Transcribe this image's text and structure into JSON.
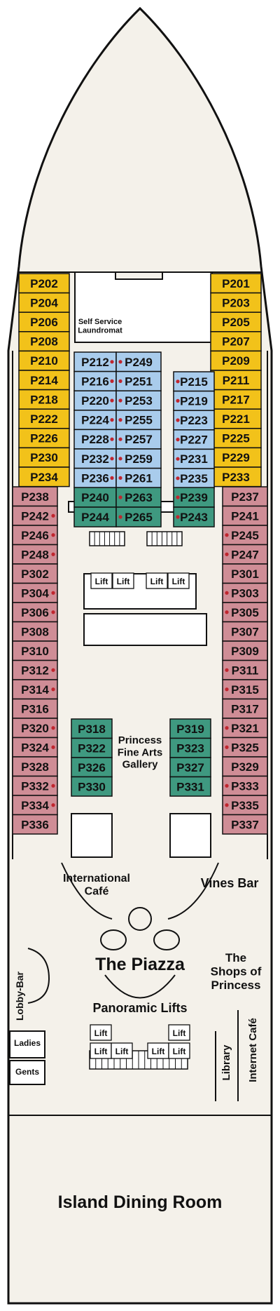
{
  "colors": {
    "hull": "#f4f1ea",
    "outline": "#111111",
    "suite": "#f2c21a",
    "balcony": "#cf8d96",
    "interior": "#a9ccec",
    "accessible": "#3f9980",
    "marker": "#c0262f"
  },
  "cabins": {
    "left_suites": [
      "P202",
      "P204",
      "P206",
      "P208",
      "P210",
      "P214",
      "P218",
      "P222",
      "P226",
      "P230",
      "P234"
    ],
    "right_suites": [
      "P201",
      "P203",
      "P205",
      "P207",
      "P209",
      "P211",
      "P217",
      "P221",
      "P225",
      "P229",
      "P233"
    ],
    "left_balcony": [
      "P238",
      "P242",
      "P246",
      "P248",
      "P302",
      "P304",
      "P306",
      "P308",
      "P310",
      "P312",
      "P314",
      "P316",
      "P320",
      "P324",
      "P328",
      "P332",
      "P334",
      "P336"
    ],
    "right_balcony": [
      "P237",
      "P241",
      "P245",
      "P247",
      "P301",
      "P303",
      "P305",
      "P307",
      "P309",
      "P311",
      "P315",
      "P317",
      "P321",
      "P325",
      "P329",
      "P333",
      "P335",
      "P337"
    ],
    "center_left_interior": [
      "P212",
      "P216",
      "P220",
      "P224",
      "P228",
      "P232",
      "P236"
    ],
    "center_mid_interior": [
      "P249",
      "P251",
      "P253",
      "P255",
      "P257",
      "P259",
      "P261"
    ],
    "center_right_interior": [
      "P215",
      "P219",
      "P223",
      "P227",
      "P231",
      "P235"
    ],
    "center_left_green": [
      "P240",
      "P244"
    ],
    "center_mid_green": [
      "P263",
      "P265"
    ],
    "center_right_green": [
      "P239",
      "P243"
    ],
    "aft_left_green": [
      "P318",
      "P322",
      "P326",
      "P330"
    ],
    "aft_right_green": [
      "P319",
      "P323",
      "P327",
      "P331"
    ]
  },
  "venues": {
    "laundromat": [
      "Self Service",
      "Laundromat"
    ],
    "gallery": [
      "Princess",
      "Fine Arts",
      "Gallery"
    ],
    "international_cafe": [
      "International",
      "Café"
    ],
    "vines_bar": "Vines Bar",
    "piazza": "The Piazza",
    "shops": [
      "The",
      "Shops of",
      "Princess"
    ],
    "panoramic_lifts": "Panoramic Lifts",
    "lobby_bar": "Lobby-Bar",
    "ladies": "Ladies",
    "gents": "Gents",
    "library": "Library",
    "internet_cafe": "Internet Café",
    "dining_room": "Island Dining Room",
    "lift": "Lift"
  }
}
